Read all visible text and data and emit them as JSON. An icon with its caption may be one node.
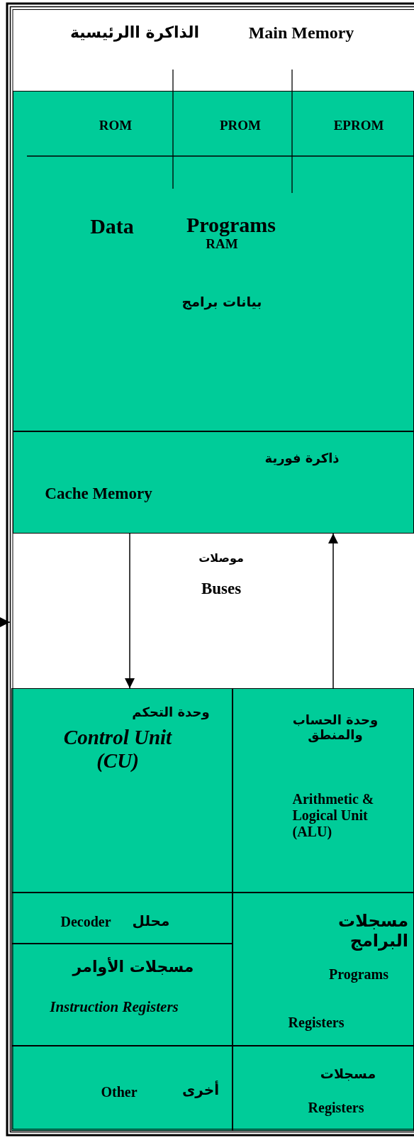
{
  "diagram": {
    "nodes": [
      {
        "text": [
          "Main Memory",
          "الذاكرة االرئيسية"
        ]
      },
      {
        "text": [
          "Data",
          "Programs",
          "RAM",
          "بيانات برامج"
        ]
      },
      {
        "text": [
          "ROM"
        ],
        "in": 1
      },
      {
        "text": [
          "PROM"
        ],
        "in": 1
      },
      {
        "text": [
          "EPROM"
        ],
        "in": 1
      },
      {
        "text": [
          "ذاكرة فورية",
          "Cache Memory"
        ]
      },
      {
        "text": [
          "وحدة التحكم",
          "Control Unit (CU)"
        ]
      },
      {
        "text": [
          "وحدة الحساب والمنطق",
          "Arithmetic & Logical Unit (ALU)"
        ]
      },
      {
        "text": [
          "محلل",
          "Decoder"
        ]
      },
      {
        "text": [
          "مسجلات الأوامر",
          "Instruction Registers"
        ]
      },
      {
        "text": [
          "مسجلات البرامج",
          "Programs",
          "Registers"
        ]
      },
      {
        "text": [
          "أخرى",
          "Other"
        ]
      },
      {
        "text": [
          "مسجلات",
          "Registers"
        ]
      }
    ],
    "edges": [
      {
        "from": 5,
        "to": 6,
        "arrow": "to"
      },
      {
        "from": 7,
        "to": 5,
        "arrow": "to"
      }
    ],
    "labels": [
      "موصلات",
      "Buses"
    ]
  }
}
